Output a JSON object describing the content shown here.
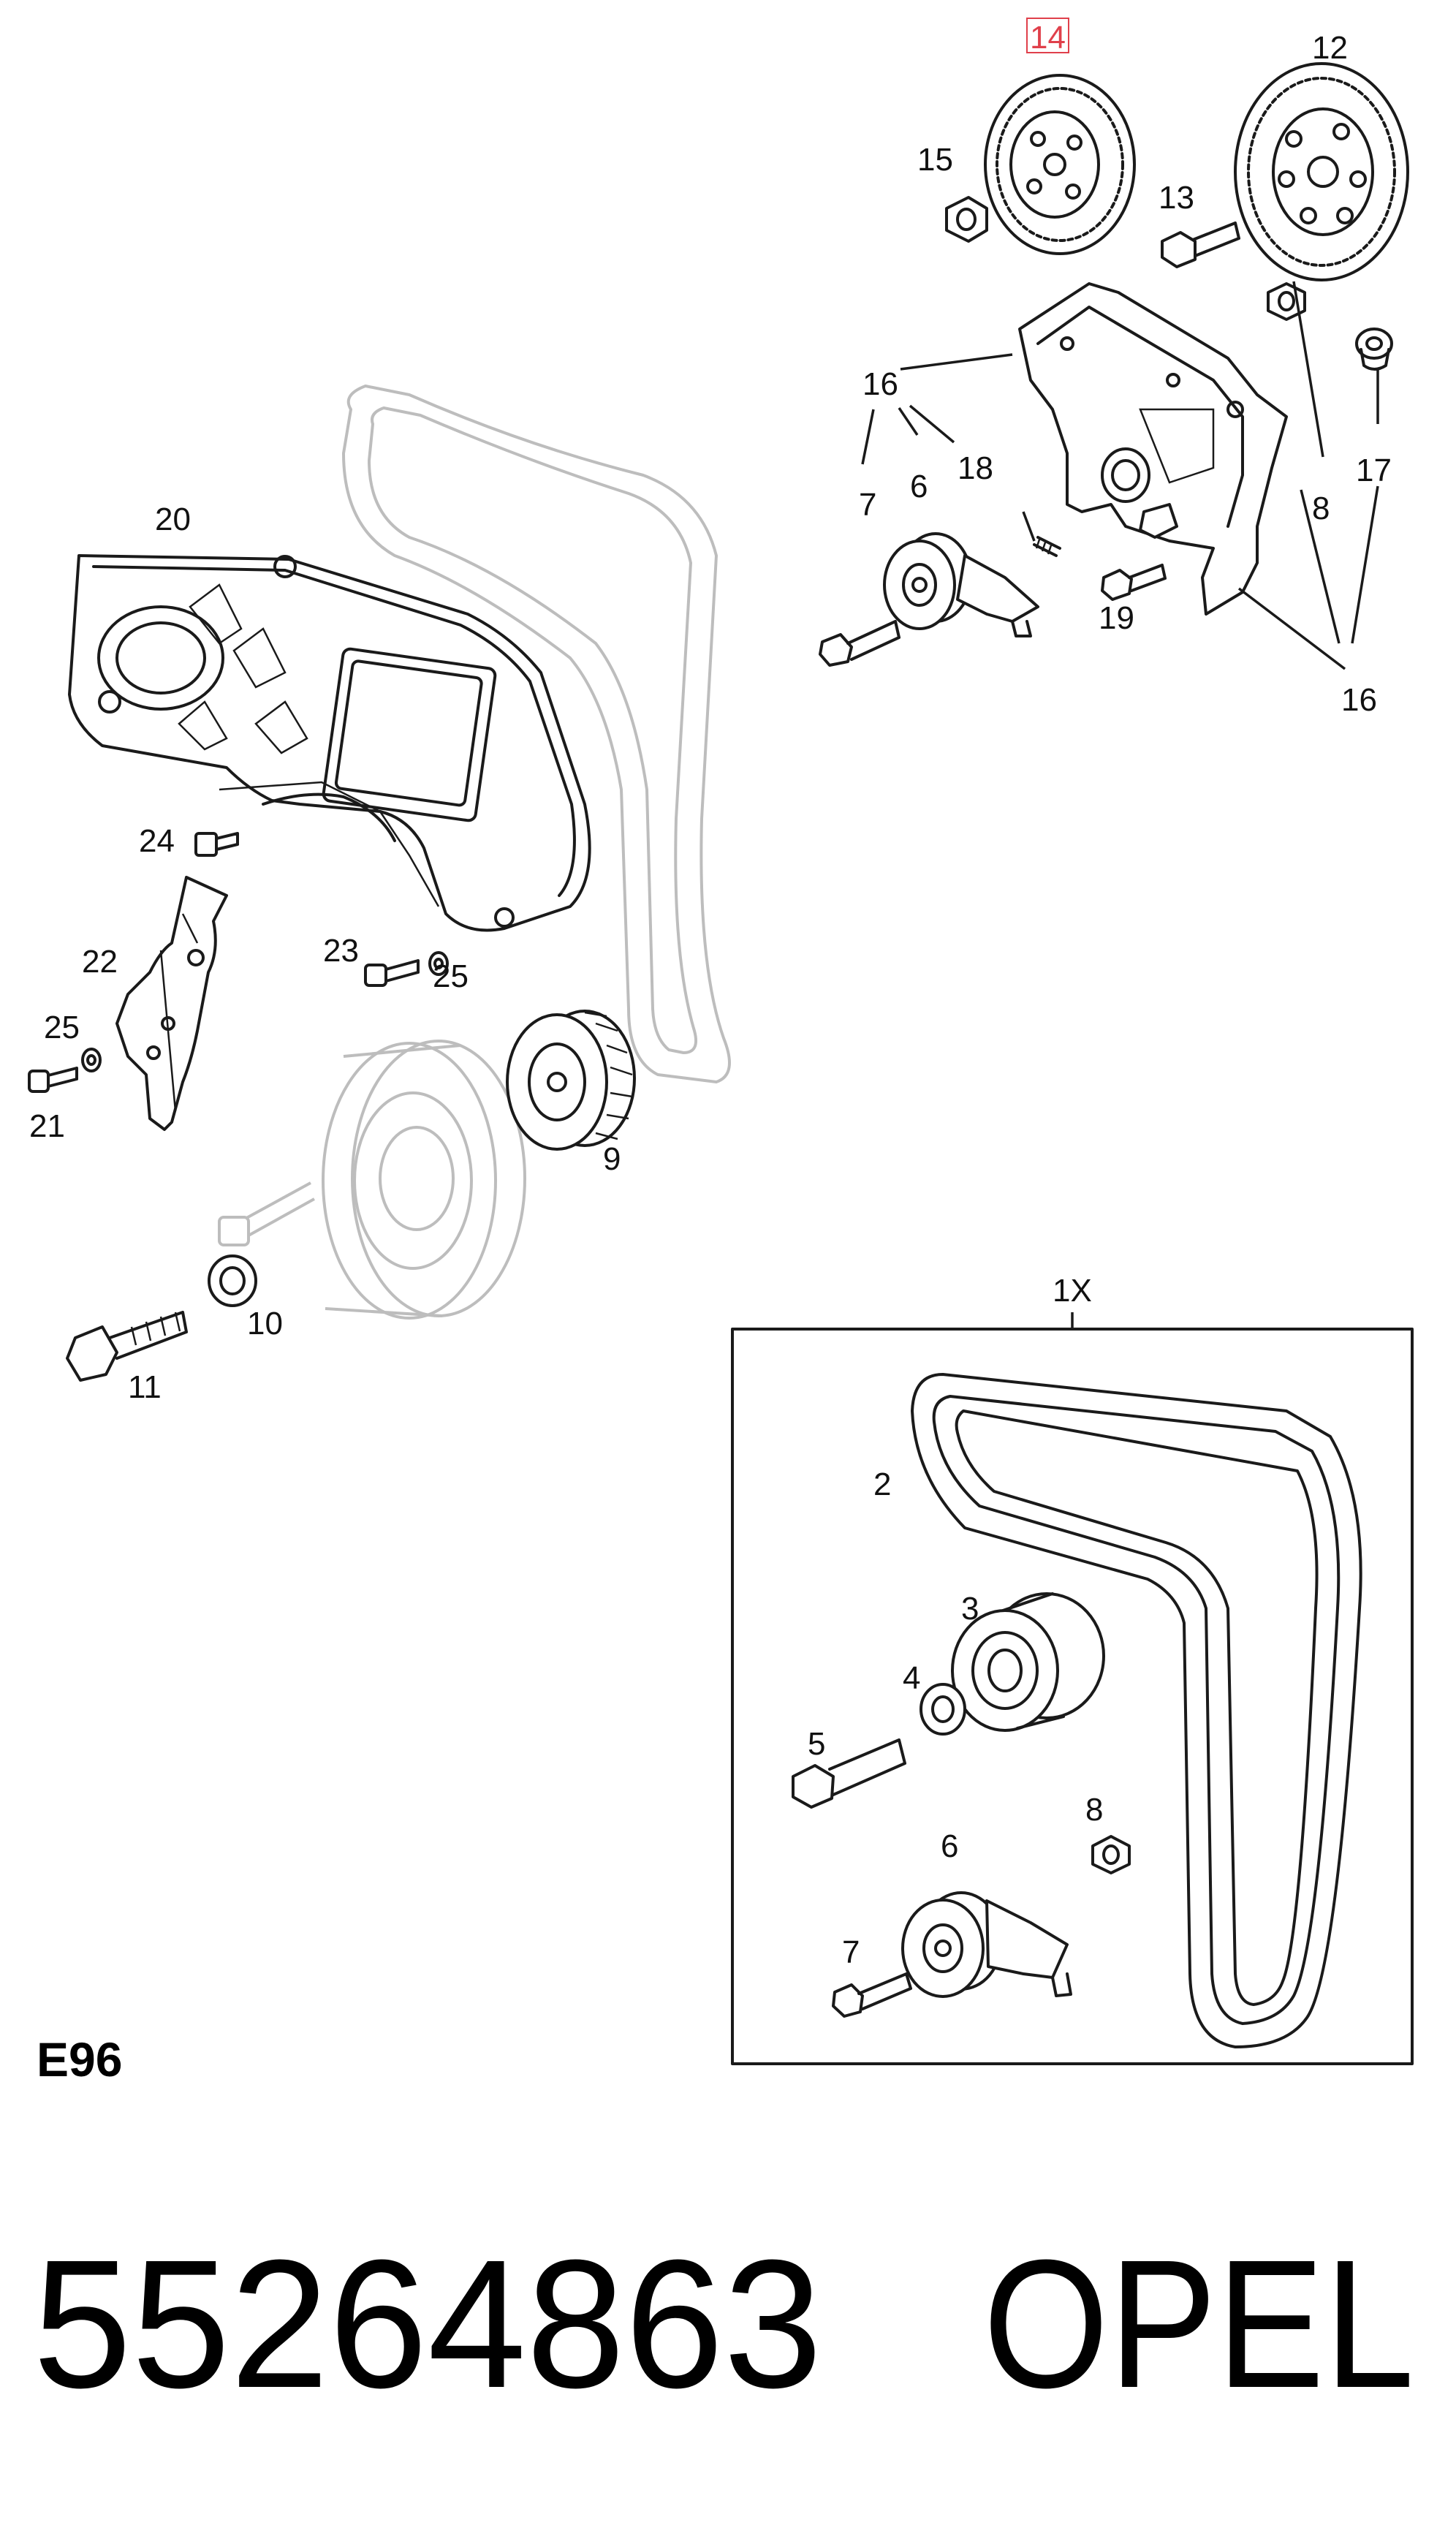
{
  "diagram_code": "E96",
  "part_number": "55264863",
  "brand": "OPEL",
  "kit_label": "1X",
  "highlighted_callout": "14",
  "callouts": {
    "c2": "2",
    "c3": "3",
    "c4": "4",
    "c5": "5",
    "c6": "6",
    "c7": "7",
    "c8": "8",
    "c9": "9",
    "c10": "10",
    "c11": "11",
    "c12": "12",
    "c13": "13",
    "c14": "14",
    "c15": "15",
    "c16": "16",
    "c17": "17",
    "c18": "18",
    "c19": "19",
    "c20": "20",
    "c21": "21",
    "c22": "22",
    "c23": "23",
    "c24": "24",
    "c25": "25"
  },
  "colors": {
    "ink": "#1a1a1a",
    "ghost": "#bdbdbd",
    "highlight": "#e0404b",
    "background": "#ffffff"
  }
}
